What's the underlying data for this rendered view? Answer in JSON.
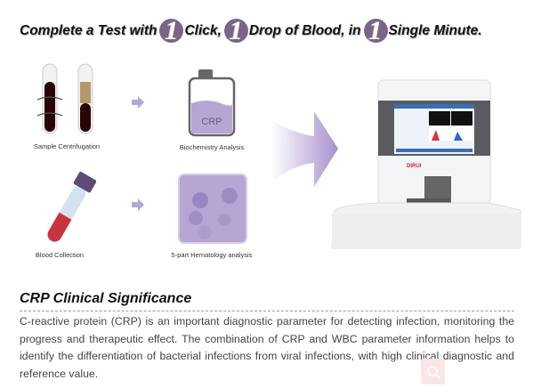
{
  "headline": {
    "part1": "Complete a Test with",
    "num1": "1",
    "part2": "Click,",
    "num2": "1",
    "part3": "Drop of  Blood, in",
    "num3": "1",
    "part4": "Single Minute."
  },
  "steps": [
    {
      "label": "Sample Centrifugation"
    },
    {
      "label": "Biochemistry Analysis",
      "bottle_text": "CRP"
    },
    {
      "label": "Blood Collection"
    },
    {
      "label": "5-part Hematology analysis"
    }
  ],
  "device": {
    "brand_logo": "DIRUI"
  },
  "section": {
    "title": "CRP Clinical Significance",
    "body": "C-reactive protein (CRP) is an important diagnostic parameter for detecting infection, monitoring the progress and therapeutic effect. The combination of CRP and WBC parameter information helps to identify the differentiation of bacterial infections from viral infections, with high clinical diagnostic and reference value."
  },
  "colors": {
    "accent": "#7a6588",
    "lavender": "#b6a6d3",
    "blood": "#3a0a0e"
  }
}
